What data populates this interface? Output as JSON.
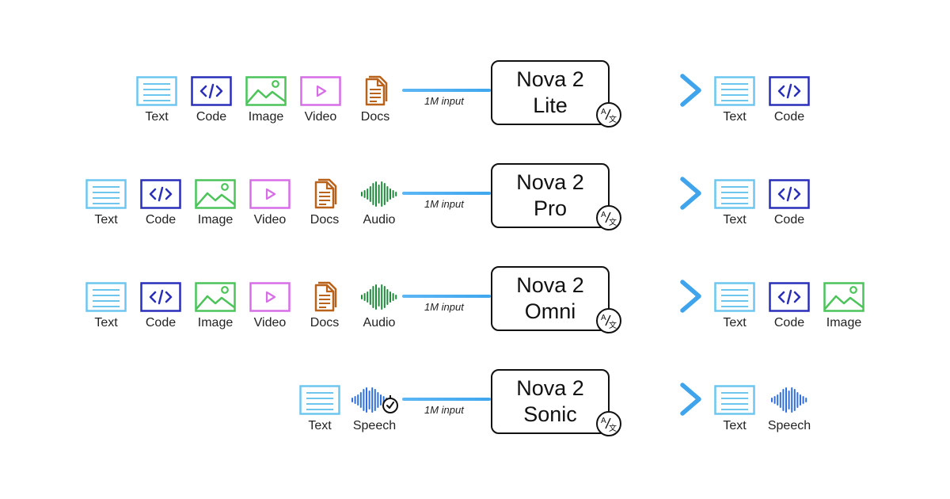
{
  "input_note": "1M input",
  "translate_icon": "translate-icon",
  "colors": {
    "text": "#6ec6ef",
    "code": "#2a2fb8",
    "image": "#4cc45a",
    "video": "#d66fe6",
    "docs": "#b8621b",
    "audio": "#1f8a3c",
    "speech": "#2f6fe0",
    "arrow": "#3fa4ec",
    "arrow_start": "#b9b8f0"
  },
  "rows": [
    {
      "model_line1": "Nova 2",
      "model_line2": "Lite",
      "inputs": [
        {
          "type": "text",
          "label": "Text"
        },
        {
          "type": "code",
          "label": "Code"
        },
        {
          "type": "image",
          "label": "Image"
        },
        {
          "type": "video",
          "label": "Video"
        },
        {
          "type": "docs",
          "label": "Docs"
        }
      ],
      "outputs": [
        {
          "type": "text",
          "label": "Text"
        },
        {
          "type": "code",
          "label": "Code"
        }
      ]
    },
    {
      "model_line1": "Nova 2",
      "model_line2": "Pro",
      "inputs": [
        {
          "type": "text",
          "label": "Text"
        },
        {
          "type": "code",
          "label": "Code"
        },
        {
          "type": "image",
          "label": "Image"
        },
        {
          "type": "video",
          "label": "Video"
        },
        {
          "type": "docs",
          "label": "Docs"
        },
        {
          "type": "audio",
          "label": "Audio"
        }
      ],
      "outputs": [
        {
          "type": "text",
          "label": "Text"
        },
        {
          "type": "code",
          "label": "Code"
        }
      ]
    },
    {
      "model_line1": "Nova 2",
      "model_line2": "Omni",
      "inputs": [
        {
          "type": "text",
          "label": "Text"
        },
        {
          "type": "code",
          "label": "Code"
        },
        {
          "type": "image",
          "label": "Image"
        },
        {
          "type": "video",
          "label": "Video"
        },
        {
          "type": "docs",
          "label": "Docs"
        },
        {
          "type": "audio",
          "label": "Audio"
        }
      ],
      "outputs": [
        {
          "type": "text",
          "label": "Text"
        },
        {
          "type": "code",
          "label": "Code"
        },
        {
          "type": "image",
          "label": "Image"
        }
      ]
    },
    {
      "model_line1": "Nova 2",
      "model_line2": "Sonic",
      "inputs": [
        {
          "type": "text",
          "label": "Text"
        },
        {
          "type": "speech_timer",
          "label": "Speech"
        }
      ],
      "outputs": [
        {
          "type": "text",
          "label": "Text"
        },
        {
          "type": "speech",
          "label": "Speech"
        }
      ]
    }
  ]
}
